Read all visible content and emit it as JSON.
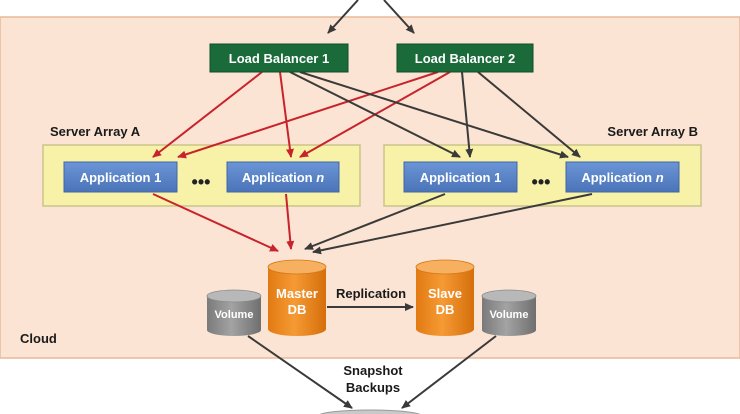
{
  "cloud": {
    "label": "Cloud"
  },
  "load_balancers": [
    {
      "label": "Load Balancer 1"
    },
    {
      "label": "Load Balancer 2"
    }
  ],
  "server_arrays": [
    {
      "label": "Server Array A",
      "apps": [
        "Application 1",
        "Application "
      ],
      "ellipsis": "•••"
    },
    {
      "label": "Server Array B",
      "apps": [
        "Application 1",
        "Application "
      ],
      "ellipsis": "•••"
    }
  ],
  "app_n_suffix": "n",
  "master_db": {
    "line1": "Master",
    "line2": "DB"
  },
  "slave_db": {
    "line1": "Slave",
    "line2": "DB"
  },
  "volume_label": "Volume",
  "replication_label": "Replication",
  "snapshot": {
    "line1": "Snapshot",
    "line2": "Backups"
  },
  "colors": {
    "cloud_fill": "#fbe4d3",
    "cloud_border": "#e8b99a",
    "load_balancer": "#1b6b3a",
    "array_fill": "#f8f2a8",
    "array_border": "#c9c38a",
    "app_fill": "#5b85c7",
    "db_orange": "#f08a1e",
    "volume_gray": "#8d8d8d",
    "arrow_red": "#c8232c",
    "arrow_dark": "#3a3a3a"
  }
}
